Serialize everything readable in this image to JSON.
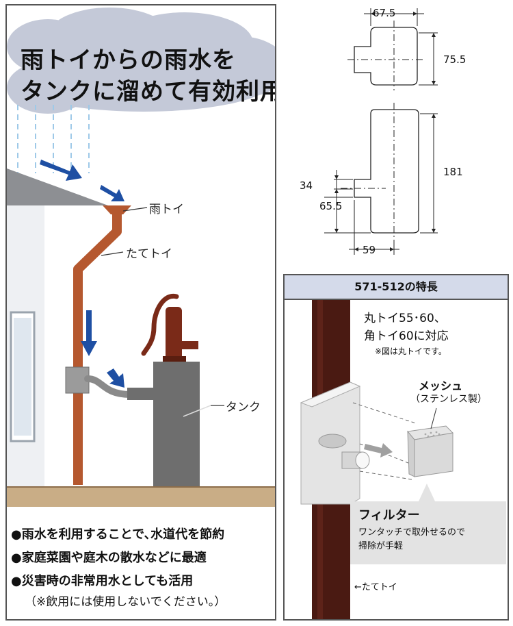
{
  "left": {
    "headline_lines": [
      "雨トイからの雨水を",
      "タンクに溜めて有効利用"
    ],
    "callouts": {
      "gutter": "雨トイ",
      "downpipe": "たてトイ",
      "tank": "タンク"
    },
    "bullets": [
      "●雨水を利用することで､水道代を節約",
      "●家庭菜園や庭木の散水などに最適",
      "●災害時の非常用水としても活用"
    ],
    "note": "（※飲用には使用しないでください。）"
  },
  "dimensions": {
    "top_width": "67.5",
    "top_height": "75.5",
    "height_total": "181",
    "offset_a": "34",
    "offset_b": "65.5",
    "bottom_width": "59"
  },
  "feature": {
    "header": "571-512の特長",
    "compat_line1": "丸トイ55･60、",
    "compat_line2": "角トイ60に対応",
    "compat_note": "※図は丸トイです。",
    "mesh_label": "メッシュ",
    "mesh_sub": "（ステンレス製）",
    "filter_label": "フィルター",
    "filter_desc1": "ワンタッチで取外せるので",
    "filter_desc2": "掃除が手軽",
    "pipe_label": "←たてトイ"
  },
  "colors": {
    "pipe_copper": "#b5582f",
    "tank_gray": "#6e6e6e",
    "arrow_blue": "#1e4fa3",
    "rain_blue": "#9ec9e8",
    "ground_tan": "#c9ad86",
    "pipe_dark": "#4a1a12",
    "header_bg": "#d4daea"
  }
}
